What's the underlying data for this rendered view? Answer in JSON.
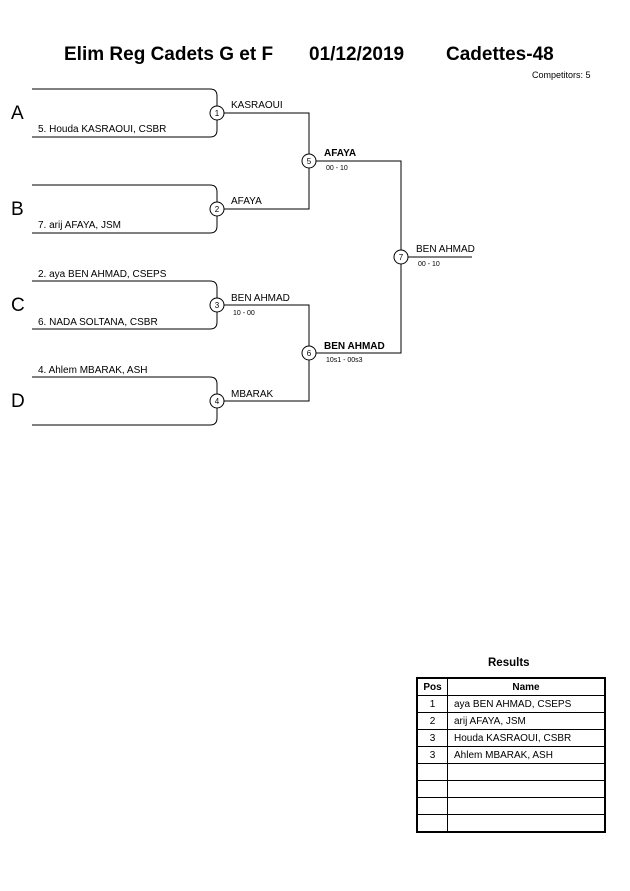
{
  "header": {
    "event": "Elim Reg Cadets G et F",
    "date": "01/12/2019",
    "category": "Cadettes-48",
    "competitors": "Competitors: 5"
  },
  "pools": [
    "A",
    "B",
    "C",
    "D"
  ],
  "entries": [
    "5. Houda KASRAOUI, CSBR",
    "7. arij AFAYA, JSM",
    "2. aya BEN AHMAD, CSEPS",
    "6. NADA SOLTANA, CSBR",
    "4. Ahlem MBARAK, ASH"
  ],
  "matches": [
    {
      "number": "1",
      "winner": "KASRAOUI",
      "score": ""
    },
    {
      "number": "2",
      "winner": "AFAYA",
      "score": ""
    },
    {
      "number": "3",
      "winner": "BEN AHMAD",
      "score": "10 - 00"
    },
    {
      "number": "4",
      "winner": "MBARAK",
      "score": ""
    },
    {
      "number": "5",
      "winner": "AFAYA",
      "score": "00 - 10"
    },
    {
      "number": "6",
      "winner": "BEN AHMAD",
      "score": "10s1 - 00s3"
    },
    {
      "number": "7",
      "winner": "BEN AHMAD",
      "score": "00 - 10"
    }
  ],
  "results": {
    "title": "Results",
    "headers": [
      "Pos",
      "Name"
    ],
    "rows": [
      [
        "1",
        "aya BEN AHMAD, CSEPS"
      ],
      [
        "2",
        "arij AFAYA, JSM"
      ],
      [
        "3",
        "Houda KASRAOUI, CSBR"
      ],
      [
        "3",
        "Ahlem MBARAK, ASH"
      ],
      [
        "",
        ""
      ],
      [
        "",
        ""
      ],
      [
        "",
        ""
      ],
      [
        "",
        ""
      ]
    ]
  }
}
